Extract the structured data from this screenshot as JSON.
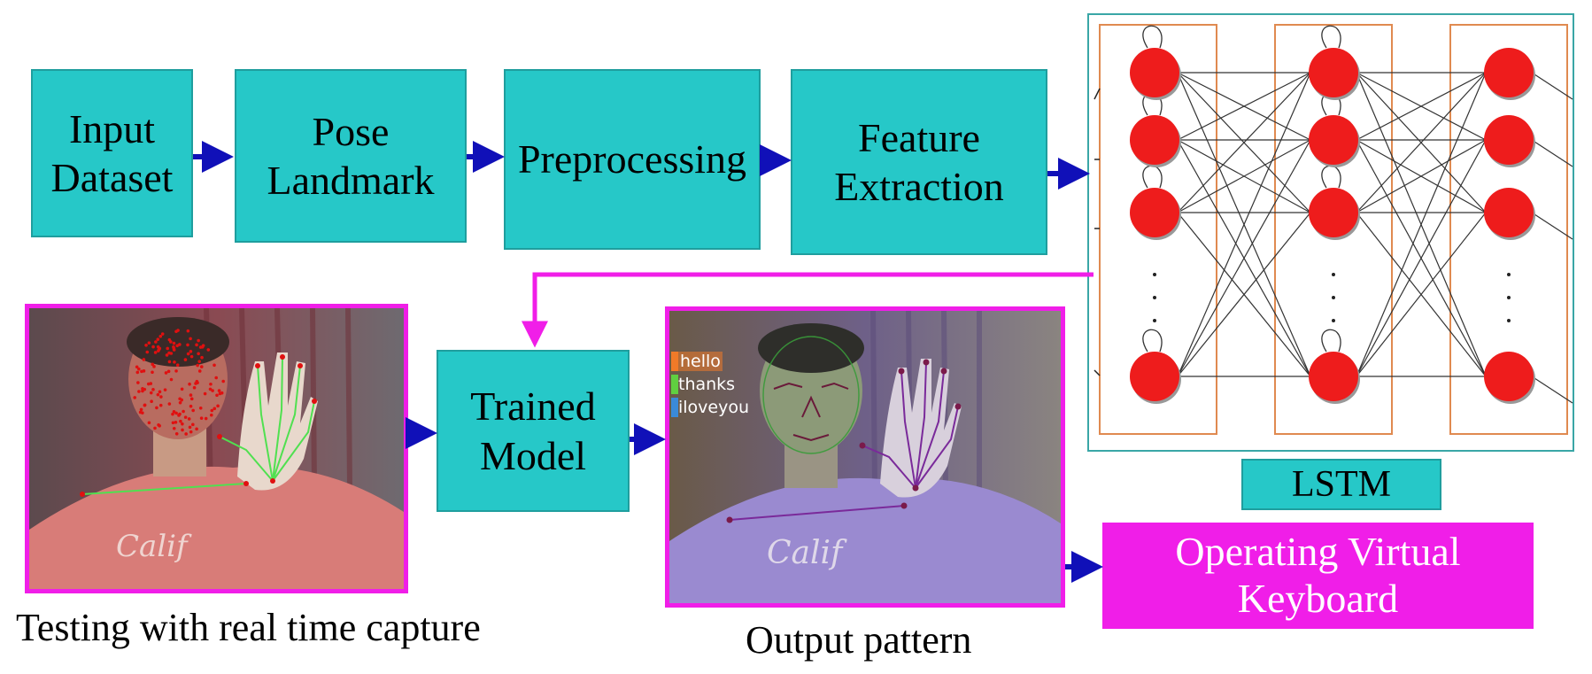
{
  "blocks": {
    "input_dataset": "Input\nDataset",
    "pose_landmark": "Pose\nLandmark",
    "preprocessing": "Preprocessing",
    "feature_extraction": "Feature\nExtraction",
    "trained_model": "Trained\nModel",
    "lstm": "LSTM",
    "operating_virtual_keyboard": "Operating Virtual\nKeyboard"
  },
  "captions": {
    "testing": "Testing with real time capture",
    "output": "Output pattern"
  },
  "output_words": [
    "hello",
    "thanks",
    "iloveyou"
  ],
  "colors": {
    "block_fill": "#26c8c8",
    "arrow_blue": "#1010b8",
    "magenta": "#f01ee8",
    "neuron_red": "#ee1c1c",
    "layer_border": "#e08a50"
  }
}
